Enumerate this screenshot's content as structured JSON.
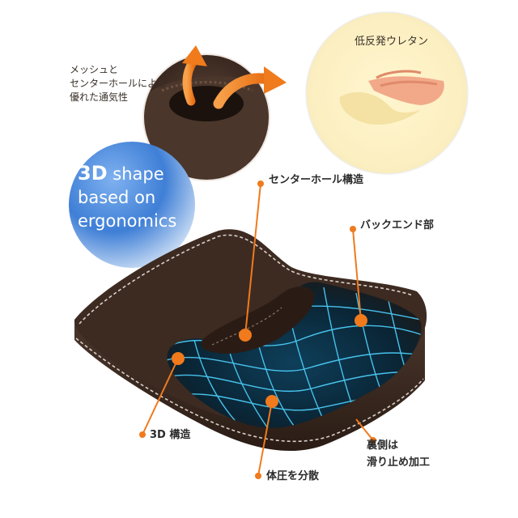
{
  "callouts": {
    "mesh_line1": "メッシュと",
    "mesh_line2": "センターホールによる",
    "mesh_line3": "優れた通気性",
    "foam": "低反発ウレタン",
    "center_hole": "センターホール構造",
    "back_end": "バックエンド部",
    "shape_3d": "3D 構造",
    "pressure": "体圧を分散",
    "bottom_line1": "裏側は",
    "bottom_line2": "滑り止め加工"
  },
  "badge": {
    "bold": "3D",
    "line1_rest": " shape",
    "line2": "based on",
    "line3": "ergonomics"
  },
  "colors": {
    "accent_orange": "#f07a1c",
    "cushion_brown": "#3d2b22",
    "mesh_cyan": "#4fd3ff",
    "badge_blue": "#3f7fd6"
  }
}
